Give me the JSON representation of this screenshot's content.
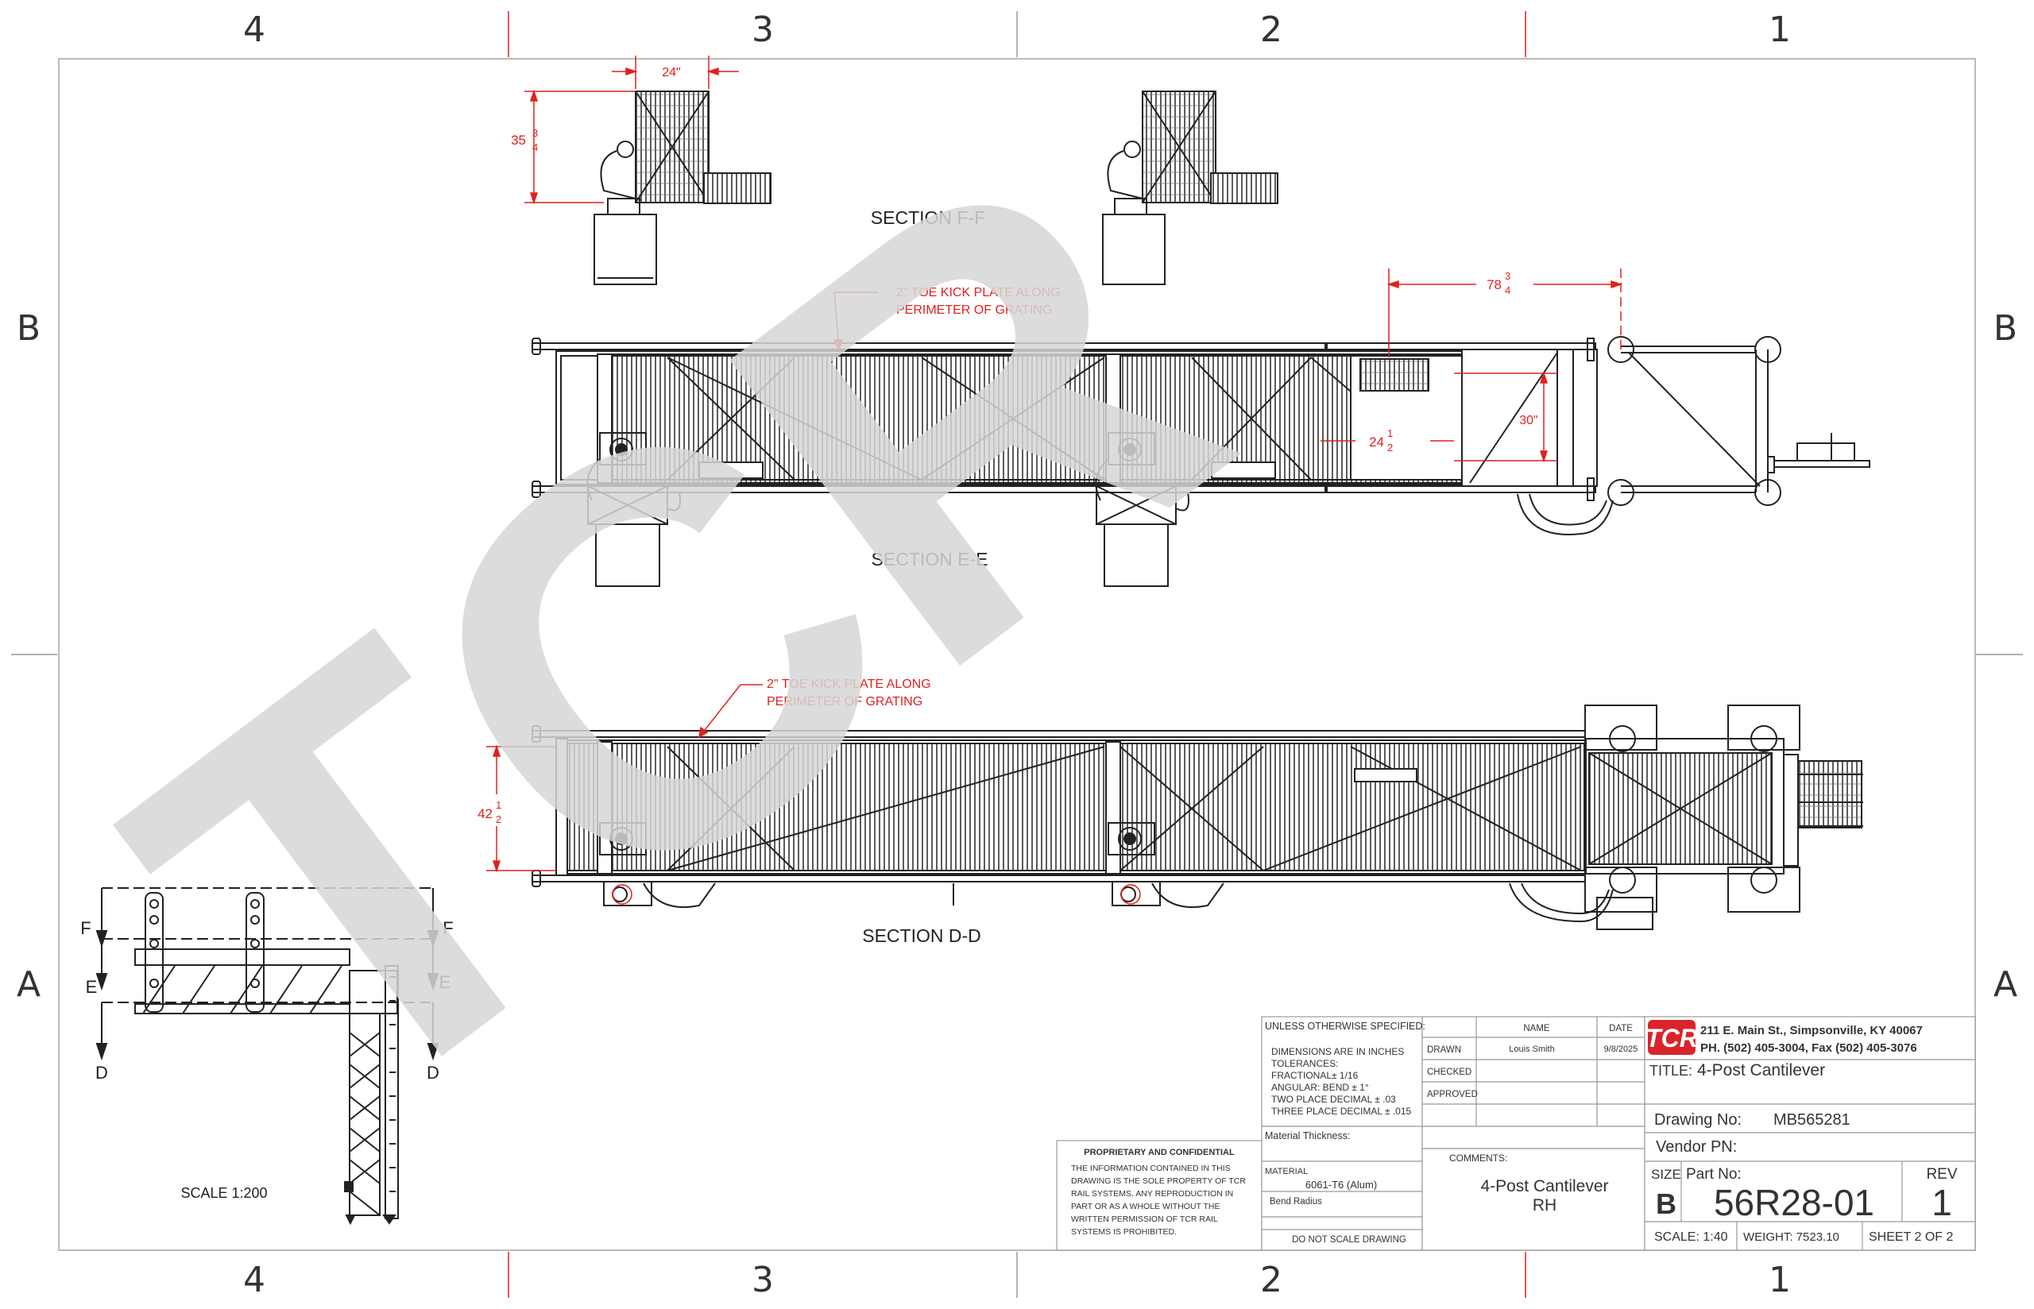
{
  "zones": {
    "columns": [
      "4",
      "3",
      "2",
      "1"
    ],
    "rows": [
      "B",
      "A"
    ]
  },
  "watermark": "TCR",
  "views": {
    "section_ff": {
      "label": "SECTION F-F",
      "dim_width": "24\"",
      "dim_height_whole": "35",
      "dim_height_num": "3",
      "dim_height_den": "4"
    },
    "section_ee": {
      "label": "SECTION E-E",
      "toe_kick_line1": "2\" TOE KICK PLATE ALONG",
      "toe_kick_line2": "PERIMETER OF GRATING",
      "dim_78_whole": "78",
      "dim_78_num": "3",
      "dim_78_den": "4",
      "dim_30": "30\"",
      "dim_24_whole": "24",
      "dim_24_num": "1",
      "dim_24_den": "2"
    },
    "section_dd": {
      "label": "SECTION D-D",
      "toe_kick_line1": "2\" TOE KICK PLATE ALONG",
      "toe_kick_line2": "PERIMETER OF GRATING",
      "dim_42_whole": "42",
      "dim_42_num": "1",
      "dim_42_den": "2"
    },
    "overview": {
      "scale": "SCALE 1:200",
      "cut_f": "F",
      "cut_e": "E",
      "cut_d": "D"
    }
  },
  "title_block": {
    "proprietary_title": "PROPRIETARY AND CONFIDENTIAL",
    "proprietary_lines": [
      "THE INFORMATION CONTAINED IN THIS",
      "DRAWING IS THE SOLE PROPERTY OF TCR",
      "RAIL SYSTEMS.  ANY REPRODUCTION IN",
      "PART OR AS A WHOLE WITHOUT THE",
      "WRITTEN PERMISSION OF TCR RAIL",
      "SYSTEMS IS PROHIBITED."
    ],
    "unless": "UNLESS OTHERWISE SPECIFIED:",
    "tolerance_lines": [
      "DIMENSIONS ARE IN INCHES",
      "TOLERANCES:",
      "FRACTIONAL± 1/16",
      "ANGULAR: BEND ± 1°",
      "TWO PLACE DECIMAL    ± .03",
      "THREE PLACE DECIMAL  ± .015"
    ],
    "material_thickness": "Material Thickness:",
    "material_label": "MATERIAL",
    "material_value": "6061-T6 (Alum)",
    "bend_radius": "Bend Radius",
    "do_not_scale": "DO NOT SCALE DRAWING",
    "name_header": "NAME",
    "date_header": "DATE",
    "drawn_label": "DRAWN",
    "drawn_name": "Louis Smith",
    "drawn_date": "9/8/2025",
    "checked_label": "CHECKED",
    "approved_label": "APPROVED",
    "comments_label": "COMMENTS:",
    "comments_line1": "4-Post Cantilever",
    "comments_line2": "RH",
    "logo_text": "TCR",
    "address": "211 E. Main St., Simpsonville, KY  40067",
    "phone": "PH. (502) 405-3004, Fax (502) 405-3076",
    "title_label": "TITLE:",
    "title_value": "4-Post Cantilever",
    "drawing_no_label": "Drawing No:",
    "drawing_no_value": "MB565281",
    "vendor_pn_label": "Vendor PN:",
    "size_label": "SIZE",
    "size_value": "B",
    "part_no_label": "Part No:",
    "part_no_value": "56R28-01",
    "rev_label": "REV",
    "rev_value": "1",
    "scale": "SCALE: 1:40",
    "weight": "WEIGHT: 7523.10",
    "sheet": "SHEET 2 OF 2"
  },
  "colors": {
    "dimension": "#e0201e",
    "line": "#222222",
    "watermark": "#d6d6d6",
    "logo": "#d9242b"
  }
}
